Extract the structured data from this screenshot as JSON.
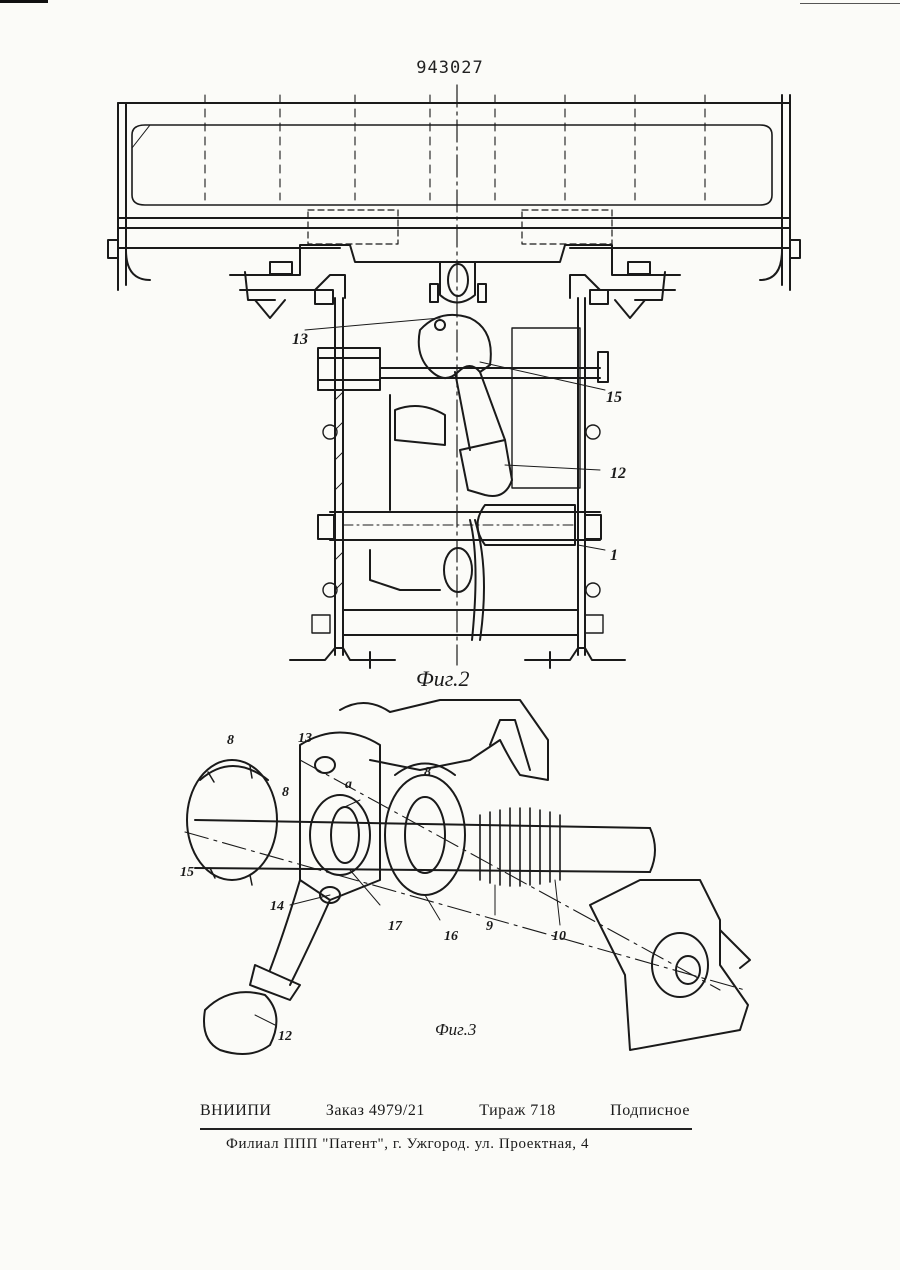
{
  "document": {
    "patent_number": "943027"
  },
  "figure_2": {
    "caption": "Фиг.2",
    "labels": [
      "13",
      "15",
      "12",
      "1"
    ]
  },
  "figure_3": {
    "caption": "Фиг.3",
    "labels": [
      "8",
      "8",
      "13",
      "a",
      "8",
      "15",
      "14",
      "17",
      "16",
      "9",
      "10",
      "12"
    ]
  },
  "imprint": {
    "organization": "ВНИИПИ",
    "order": "Заказ 4979/21",
    "print_run": "Тираж 718",
    "subscription": "Подписное",
    "address": "Филиал ППП \"Патент\", г. Ужгород. ул. Проектная, 4"
  }
}
